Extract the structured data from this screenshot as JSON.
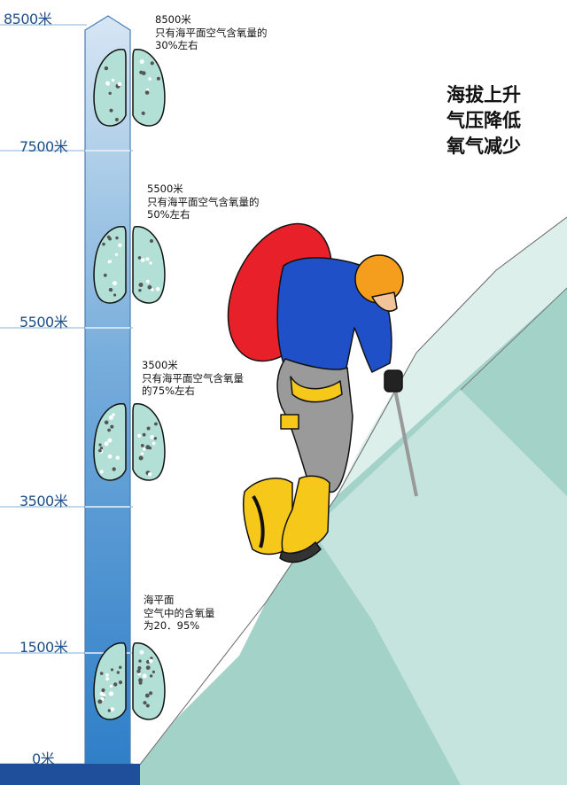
{
  "headline": [
    "海拔上升",
    "气压降低",
    "氧气减少"
  ],
  "altitude_scale": [
    {
      "label": "8500米",
      "altitude_m": 8500
    },
    {
      "label": "7500米",
      "altitude_m": 7500
    },
    {
      "label": "5500米",
      "altitude_m": 5500
    },
    {
      "label": "3500米",
      "altitude_m": 3500
    },
    {
      "label": "1500米",
      "altitude_m": 1500
    },
    {
      "label": "0米",
      "altitude_m": 0
    }
  ],
  "notes": [
    {
      "text": "8500米\n只有海平面空气含氧量的\n30%左右",
      "oxygen_relative": 0.3
    },
    {
      "text": "5500米\n只有海平面空气含氧量的\n50%左右",
      "oxygen_relative": 0.5
    },
    {
      "text": "3500米\n只有海平面空气含氧量\n的75%左右",
      "oxygen_relative": 0.75
    },
    {
      "text": "海平面\n空气中的含氧量\n为20．95%",
      "oxygen_relative": 1.0
    }
  ],
  "colors": {
    "column_top": "#d7e6f4",
    "column_bottom": "#2f7fc8",
    "scale_text": "#1e4f86",
    "lung_fill": "#b2e0d6",
    "mountain_light": "#dcefeb",
    "mountain_dark": "#94c9c0",
    "backpack": "#e8202a",
    "jacket": "#1f50c8",
    "helmet": "#f59d1c",
    "boots": "#f6c81a"
  },
  "icons": [
    "lungs-icon",
    "climber-icon",
    "mountain-icon",
    "ice-axe-icon"
  ]
}
